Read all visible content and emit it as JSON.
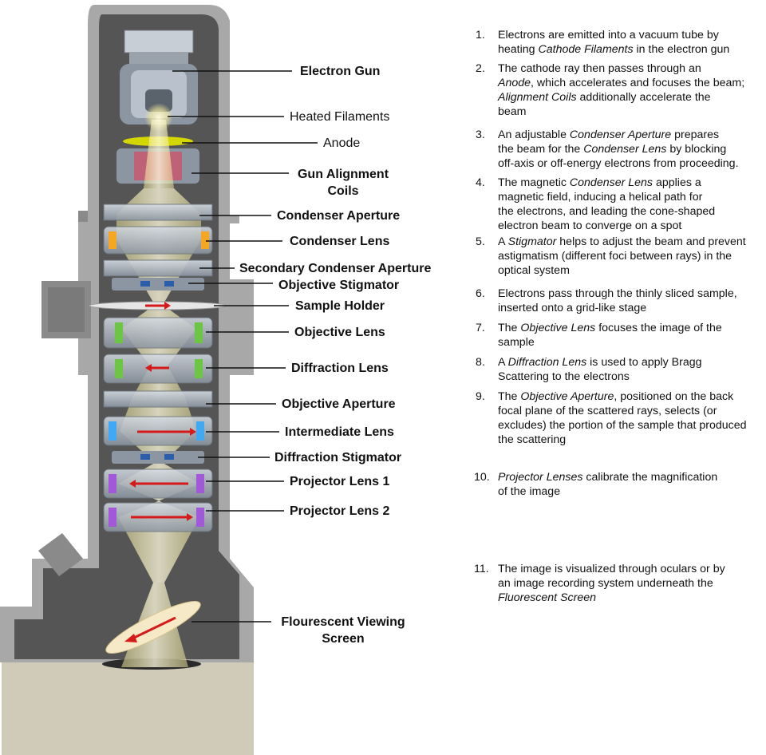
{
  "labels": {
    "electron_gun": "Electron Gun",
    "heated_filaments": "Heated Filaments",
    "anode": "Anode",
    "gun_alignment_1": "Gun Alignment",
    "gun_alignment_2": "Coils",
    "condenser_aperture": "Condenser Aperture",
    "condenser_lens": "Condenser Lens",
    "secondary_condenser_aperture": "Secondary Condenser Aperture",
    "objective_stigmator": "Objective Stigmator",
    "sample_holder": "Sample Holder",
    "objective_lens": "Objective Lens",
    "diffraction_lens": "Diffraction Lens",
    "objective_aperture": "Objective Aperture",
    "intermediate_lens": "Intermediate Lens",
    "diffraction_stigmator": "Diffraction Stigmator",
    "projector_lens_1": "Projector Lens 1",
    "projector_lens_2": "Projector Lens 2",
    "viewing_screen_1": "Flourescent Viewing",
    "viewing_screen_2": "Screen"
  },
  "steps": [
    {
      "num": "1.",
      "lines": [
        [
          {
            "t": "Electrons are emitted into a vacuum tube by"
          }
        ],
        [
          {
            "t": "heating "
          },
          {
            "t": "Cathode Filaments",
            "i": true
          },
          {
            "t": " in the electron gun"
          }
        ]
      ]
    },
    {
      "num": "2.",
      "lines": [
        [
          {
            "t": "The cathode ray then passes through an"
          }
        ],
        [
          {
            "t": "Anode",
            "i": true
          },
          {
            "t": ", which accelerates and focuses the beam;"
          }
        ],
        [
          {
            "t": "Alignment Coils",
            "i": true
          },
          {
            "t": " additionally accelerate the"
          }
        ],
        [
          {
            "t": "beam"
          }
        ]
      ]
    },
    {
      "num": "3.",
      "lines": [
        [
          {
            "t": "An adjustable "
          },
          {
            "t": "Condenser Aperture",
            "i": true
          },
          {
            "t": " prepares"
          }
        ],
        [
          {
            "t": "the beam for the "
          },
          {
            "t": "Condenser Lens",
            "i": true
          },
          {
            "t": " by blocking"
          }
        ],
        [
          {
            "t": "off-axis or off-energy electrons from proceeding."
          }
        ]
      ]
    },
    {
      "num": "4.",
      "lines": [
        [
          {
            "t": "The magnetic "
          },
          {
            "t": "Condenser Lens",
            "i": true
          },
          {
            "t": " applies a"
          }
        ],
        [
          {
            "t": "magnetic field, inducing a helical path for"
          }
        ],
        [
          {
            "t": "the electrons, and leading the cone-shaped"
          }
        ],
        [
          {
            "t": "electron beam to converge on a spot"
          }
        ]
      ]
    },
    {
      "num": "5.",
      "lines": [
        [
          {
            "t": "A "
          },
          {
            "t": "Stigmator",
            "i": true
          },
          {
            "t": " helps to adjust the beam and prevent"
          }
        ],
        [
          {
            "t": "astigmatism (different foci between rays) in the"
          }
        ],
        [
          {
            "t": "optical system"
          }
        ]
      ]
    },
    {
      "num": "6.",
      "lines": [
        [
          {
            "t": "Electrons pass through the thinly sliced sample,"
          }
        ],
        [
          {
            "t": "inserted onto a grid-like stage"
          }
        ]
      ]
    },
    {
      "num": "7.",
      "lines": [
        [
          {
            "t": "The "
          },
          {
            "t": "Objective Lens",
            "i": true
          },
          {
            "t": " focuses the image of the"
          }
        ],
        [
          {
            "t": "sample"
          }
        ]
      ]
    },
    {
      "num": "8.",
      "lines": [
        [
          {
            "t": "A "
          },
          {
            "t": "Diffraction Lens",
            "i": true
          },
          {
            "t": " is used to apply Bragg"
          }
        ],
        [
          {
            "t": "Scattering to the electrons"
          }
        ]
      ]
    },
    {
      "num": "9.",
      "lines": [
        [
          {
            "t": "The "
          },
          {
            "t": "Objective Aperture",
            "i": true
          },
          {
            "t": ", positioned on the back"
          }
        ],
        [
          {
            "t": "focal plane of the scattered rays, selects (or"
          }
        ],
        [
          {
            "t": "excludes) the portion of the sample that produced"
          }
        ],
        [
          {
            "t": "the scattering"
          }
        ]
      ]
    },
    {
      "num": "10.",
      "lines": [
        [
          {
            "t": "Projector Lenses",
            "i": true
          },
          {
            "t": " calibrate the magnification"
          }
        ],
        [
          {
            "t": "of the image"
          }
        ]
      ]
    },
    {
      "num": "11.",
      "lines": [
        [
          {
            "t": "The image is visualized through oculars or by"
          }
        ],
        [
          {
            "t": "an image recording system underneath the"
          }
        ],
        [
          {
            "t": "Fluorescent Screen",
            "i": true
          }
        ]
      ]
    }
  ],
  "colors": {
    "housing_outer": "#a8a8a8",
    "housing_inner": "#555555",
    "base": "#cfcbb8",
    "lens_body": "#b9c2cc",
    "beam": "#f4ea9a",
    "arrow": "#d61a1a",
    "coil_orange": "#f5a623",
    "coil_green": "#6cc644",
    "coil_blue": "#3fa9f5",
    "coil_purple": "#a259d9",
    "anode_yellow": "#d4d600"
  }
}
